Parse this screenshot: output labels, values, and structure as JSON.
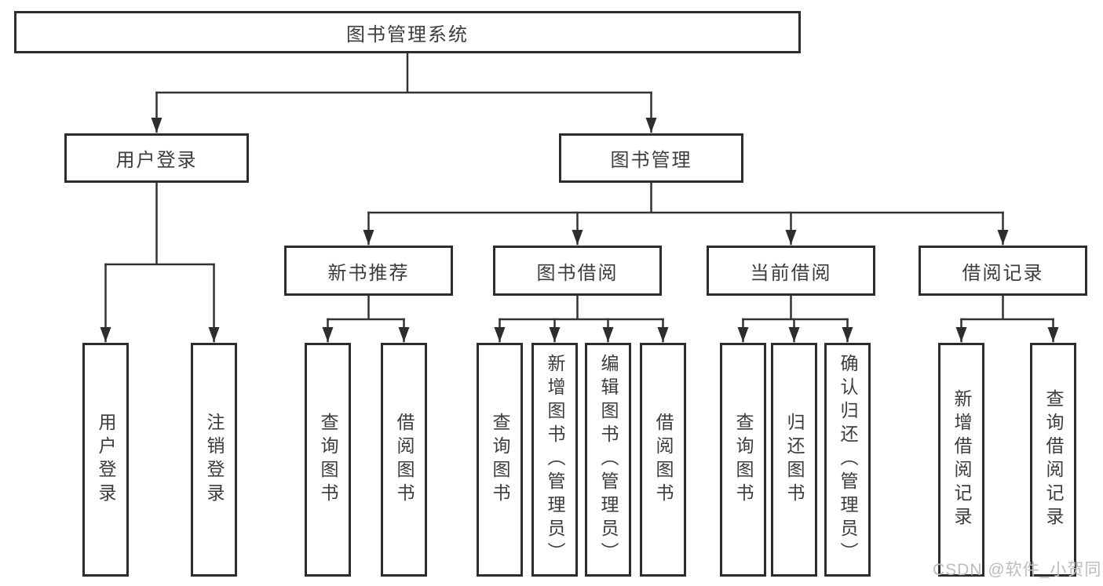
{
  "diagram": {
    "root": {
      "label": "图书管理系统"
    },
    "branches": [
      {
        "label": "用户登录",
        "children": [
          "用户登录",
          "注销登录"
        ]
      },
      {
        "label": "图书管理",
        "modules": [
          {
            "label": "新书推荐",
            "children": [
              "查询图书",
              "借阅图书"
            ]
          },
          {
            "label": "图书借阅",
            "children": [
              "查询图书",
              "新增图书（管理员）",
              "编辑图书（管理员）",
              "借阅图书"
            ]
          },
          {
            "label": "当前借阅",
            "children": [
              "查询图书",
              "归还图书",
              "确认归还（管理员）"
            ]
          },
          {
            "label": "借阅记录",
            "children": [
              "新增借阅记录",
              "查询借阅记录"
            ]
          }
        ]
      }
    ]
  },
  "watermark": {
    "text": "CSDN @软件_小贺同学"
  },
  "colors": {
    "line": "#333333",
    "box_border": "#2d2d2d",
    "text": "#3c3c3c",
    "watermark": "#bcbcbc",
    "background": "#ffffff"
  }
}
